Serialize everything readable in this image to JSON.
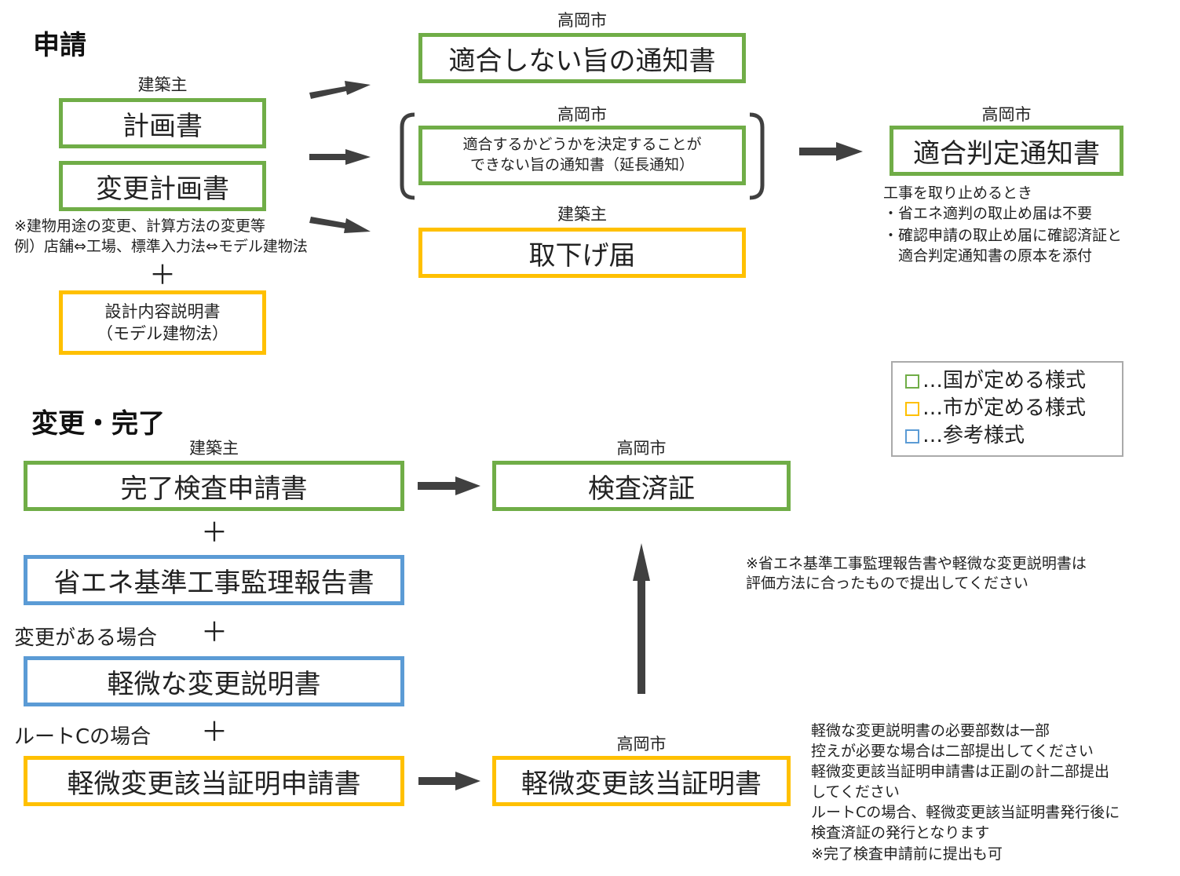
{
  "sections": {
    "application": "申請",
    "change_completion": "変更・完了"
  },
  "labels": {
    "owner": "建築主",
    "city": "高岡市"
  },
  "application": {
    "plan": "計画書",
    "change_plan": "変更計画書",
    "note_line1": "※建物用途の変更、計算方法の変更等",
    "note_line2": "例）店舗⇔工場、標準入力法⇔モデル建物法",
    "plus": "＋",
    "design_line1": "設計内容説明書",
    "design_line2": "（モデル建物法）",
    "non_conformity": "適合しない旨の通知書",
    "extension_line1": "適合するかどうかを決定することが",
    "extension_line2": "できない旨の通知書（延長通知）",
    "withdrawal": "取下げ届",
    "conformity": "適合判定通知書",
    "stop_note": [
      "工事を取り止めるとき",
      "・省エネ適判の取止め届は不要",
      "・確認申請の取止め届に確認済証と",
      "　適合判定通知書の原本を添付"
    ]
  },
  "legend": {
    "green": "…国が定める様式",
    "yellow": "…市が定める様式",
    "blue": "…参考様式"
  },
  "completion": {
    "inspection_application": "完了検査申請書",
    "plus": "＋",
    "supervision_report": "省エネ基準工事監理報告書",
    "if_changed": "変更がある場合",
    "minor_change": "軽微な変更説明書",
    "route_c": "ルートCの場合",
    "minor_cert_application": "軽微変更該当証明申請書",
    "inspection_cert": "検査済証",
    "minor_cert": "軽微変更該当証明書",
    "method_note": [
      "※省エネ基準工事監理報告書や軽微な変更説明書は",
      "評価方法に合ったもので提出してください"
    ],
    "copies_note": [
      "軽微な変更説明書の必要部数は一部",
      "控えが必要な場合は二部提出してください",
      "軽微変更該当証明申請書は正副の計二部提出",
      "してください",
      "ルートCの場合、軽微変更該当証明書発行後に",
      "検査済証の発行となります",
      "※完了検査申請前に提出も可"
    ]
  },
  "colors": {
    "green": "#70ad47",
    "yellow": "#ffc000",
    "blue": "#5b9bd5",
    "arrow": "#404040"
  }
}
